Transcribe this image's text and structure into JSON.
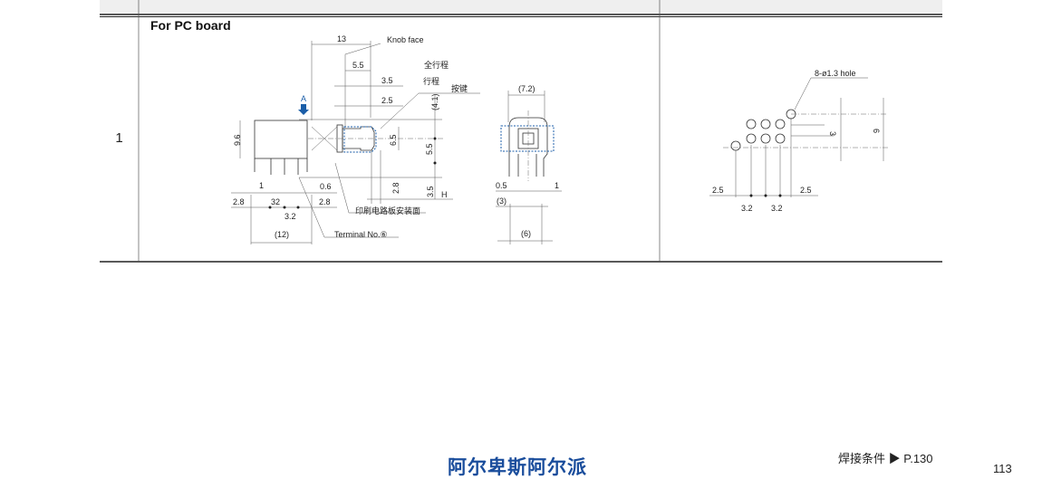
{
  "table": {
    "row_number": "1",
    "subtitle": "For PC board"
  },
  "drawing_side": {
    "dims": [
      "13",
      "5.5",
      "3.5",
      "2.5",
      "(4.1)",
      "6.5",
      "5.5",
      "2.8",
      "3.5",
      "9.6",
      "1",
      "0.6",
      "2.8",
      "32",
      "2.8",
      "3.2",
      "(12)"
    ],
    "labels": {
      "knob_face": "Knob face",
      "full_stroke": "全行程",
      "stroke": "行程",
      "button": "按键",
      "pcb_surface": "印刷电路板安装面",
      "terminal": "Terminal No.⑥",
      "view_a": "A",
      "h": "H"
    }
  },
  "drawing_front": {
    "dims": [
      "(7.2)",
      "0.5",
      "1",
      "(3)",
      "(6)"
    ]
  },
  "drawing_holes": {
    "label": "8-ø1.3 hole",
    "dims": [
      "3",
      "6",
      "2.5",
      "2.5",
      "3.2",
      "3.2"
    ]
  },
  "footer": {
    "brand": "阿尔卑斯阿尔派",
    "solder": "焊接条件 ▶ P.130",
    "page": "113"
  },
  "colors": {
    "brand": "#1a4d9c",
    "accent": "#1b5ea8"
  }
}
